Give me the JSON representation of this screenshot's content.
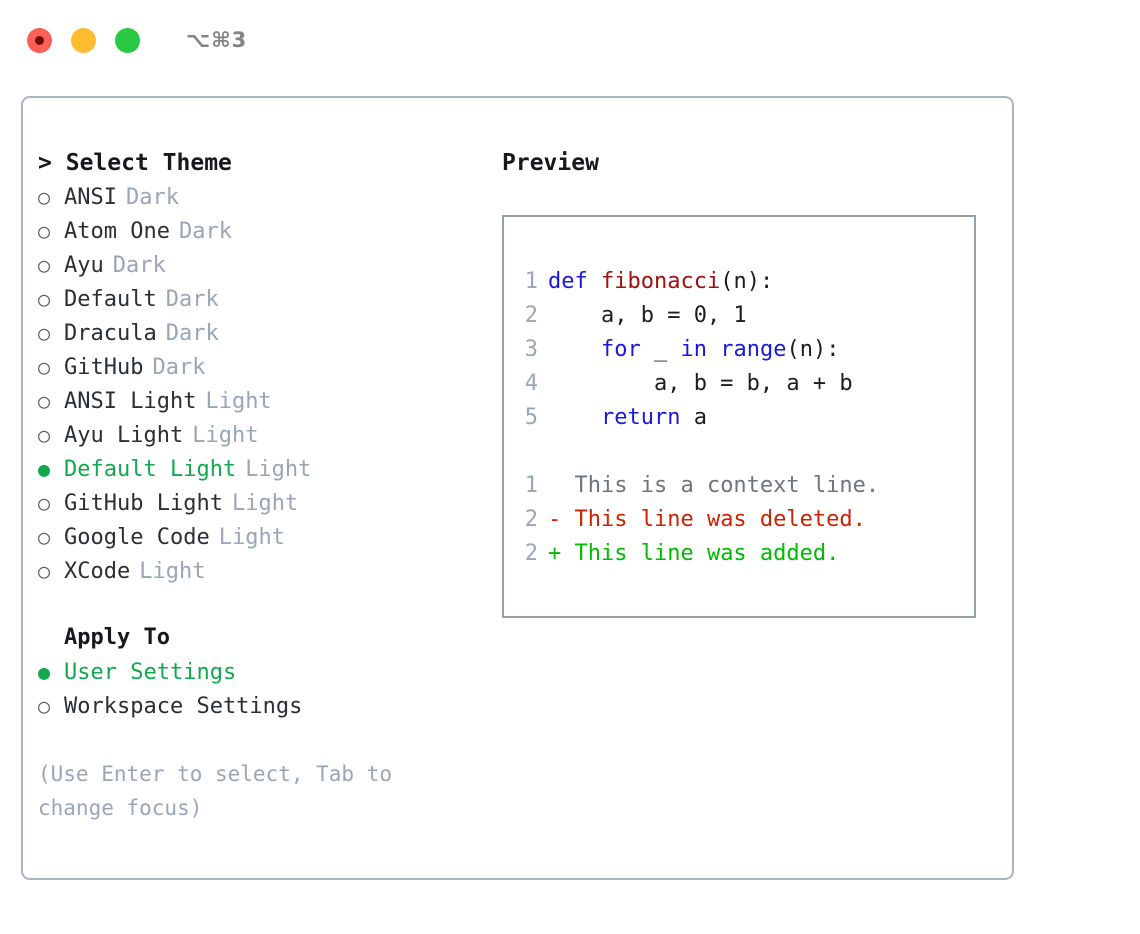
{
  "titlebar": {
    "shortcut": "⌥⌘3",
    "buttons": [
      {
        "name": "close",
        "color": "#fb5f57"
      },
      {
        "name": "minimize",
        "color": "#febc2e"
      },
      {
        "name": "zoom",
        "color": "#28c840"
      }
    ]
  },
  "theme_section": {
    "caret": ">",
    "title": "Select Theme",
    "items": [
      {
        "marker": "○",
        "label": "ANSI",
        "suffix": "Dark",
        "selected": false
      },
      {
        "marker": "○",
        "label": "Atom One",
        "suffix": "Dark",
        "selected": false
      },
      {
        "marker": "○",
        "label": "Ayu",
        "suffix": "Dark",
        "selected": false
      },
      {
        "marker": "○",
        "label": "Default",
        "suffix": "Dark",
        "selected": false
      },
      {
        "marker": "○",
        "label": "Dracula",
        "suffix": "Dark",
        "selected": false
      },
      {
        "marker": "○",
        "label": "GitHub",
        "suffix": "Dark",
        "selected": false
      },
      {
        "marker": "○",
        "label": "ANSI Light",
        "suffix": "Light",
        "selected": false
      },
      {
        "marker": "○",
        "label": "Ayu Light",
        "suffix": "Light",
        "selected": false
      },
      {
        "marker": "●",
        "label": "Default Light",
        "suffix": "Light",
        "selected": true
      },
      {
        "marker": "○",
        "label": "GitHub Light",
        "suffix": "Light",
        "selected": false
      },
      {
        "marker": "○",
        "label": "Google Code",
        "suffix": "Light",
        "selected": false
      },
      {
        "marker": "○",
        "label": "XCode",
        "suffix": "Light",
        "selected": false
      }
    ]
  },
  "apply_section": {
    "title": "Apply To",
    "items": [
      {
        "marker": "●",
        "label": "User Settings",
        "selected": true
      },
      {
        "marker": "○",
        "label": "Workspace Settings",
        "selected": false
      }
    ]
  },
  "hint": "(Use Enter to select, Tab to change focus)",
  "preview": {
    "title": "Preview",
    "code_lines": [
      {
        "num": "1",
        "tokens": [
          {
            "text": "def ",
            "type": "kw"
          },
          {
            "text": "fibonacci",
            "type": "fn"
          },
          {
            "text": "(n):",
            "type": "txt"
          }
        ]
      },
      {
        "num": "2",
        "tokens": [
          {
            "text": "    a, b = 0, 1",
            "type": "txt"
          }
        ]
      },
      {
        "num": "3",
        "tokens": [
          {
            "text": "    ",
            "type": "txt"
          },
          {
            "text": "for",
            "type": "kw"
          },
          {
            "text": " _ ",
            "type": "txt"
          },
          {
            "text": "in range",
            "type": "kw"
          },
          {
            "text": "(n):",
            "type": "txt"
          }
        ]
      },
      {
        "num": "4",
        "tokens": [
          {
            "text": "        a, b = b, a + b",
            "type": "txt"
          }
        ]
      },
      {
        "num": "5",
        "tokens": [
          {
            "text": "    ",
            "type": "txt"
          },
          {
            "text": "return",
            "type": "kw"
          },
          {
            "text": " a",
            "type": "txt"
          }
        ]
      }
    ],
    "diff_lines": [
      {
        "num": "1",
        "marker": " ",
        "text": " This is a context line.",
        "type": "ctx"
      },
      {
        "num": "2",
        "marker": "-",
        "text": " This line was deleted.",
        "type": "del"
      },
      {
        "num": "2",
        "marker": "+",
        "text": " This line was added.",
        "type": "add"
      }
    ]
  },
  "colors": {
    "accent_green": "#12a84a",
    "keyword_blue": "#1818e0",
    "function_red": "#a01010",
    "diff_deleted": "#cc2200",
    "diff_added": "#00bb00",
    "muted_gray": "#9aa5b8",
    "border": "#aab4c2"
  }
}
